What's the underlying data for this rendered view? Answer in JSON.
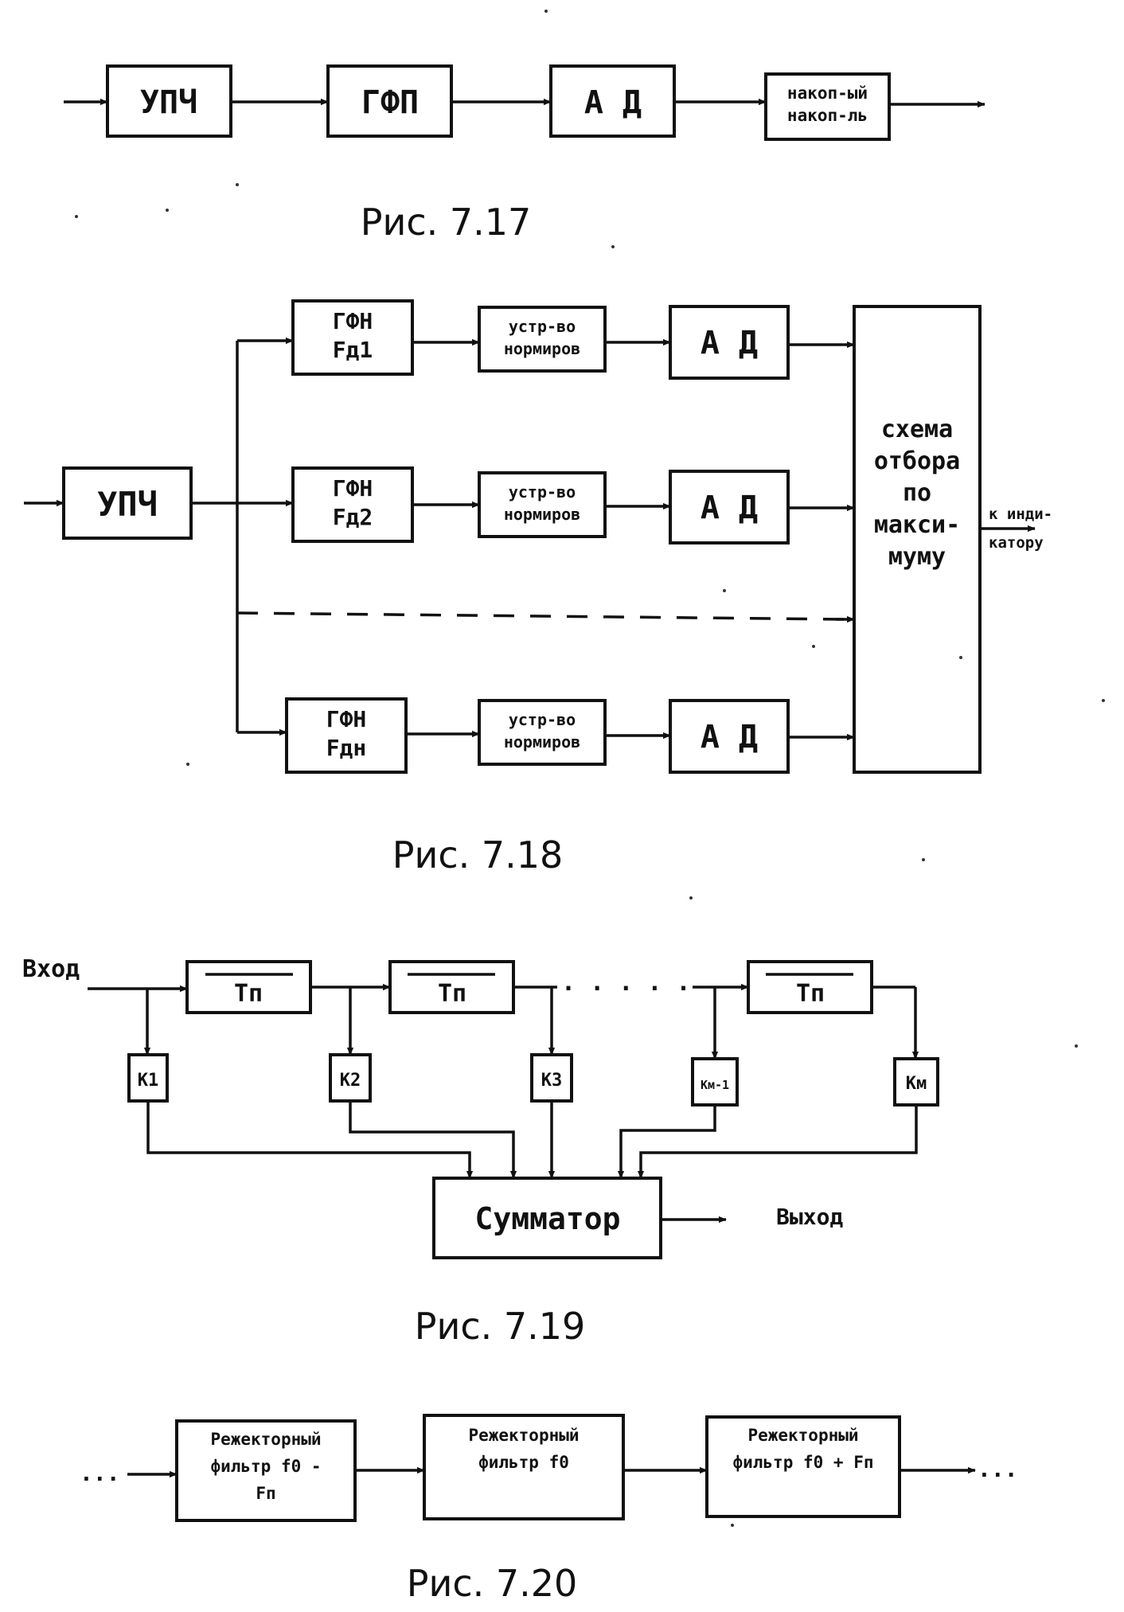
{
  "fig717": {
    "caption": "Рис. 7.17",
    "blocks": [
      "УПЧ",
      "ГФП",
      "А Д",
      "накоп-ый накоп-ль"
    ]
  },
  "fig718": {
    "caption": "Рис. 7.18",
    "upch": "УПЧ",
    "rows": [
      {
        "filter": "ГФН Fд1",
        "norm": "устр-во нормиров",
        "detector": "А Д"
      },
      {
        "filter": "ГФН Fд2",
        "norm": "устр-во нормиров",
        "detector": "А Д"
      },
      {
        "filter": "ГФН Fдн",
        "norm": "устр-во нормиров",
        "detector": "А Д"
      }
    ],
    "selector": "схема отбора по макси- муму",
    "output": "к инди- катору"
  },
  "fig719": {
    "caption": "Рис. 7.19",
    "input_label": "Вход",
    "delay": "Тп",
    "dots": ". . . . .",
    "coefficients": [
      "К1",
      "К2",
      "К3",
      "Км-1",
      "Км"
    ],
    "summator": "Сумматор",
    "output_label": "Выход"
  },
  "fig720": {
    "caption": "Рис. 7.20",
    "dots": "...",
    "filters": [
      "Режекторный фильтр f0 - Fп",
      "Режекторный фильтр f0",
      "Режекторный фильтр f0 + Fп"
    ]
  }
}
